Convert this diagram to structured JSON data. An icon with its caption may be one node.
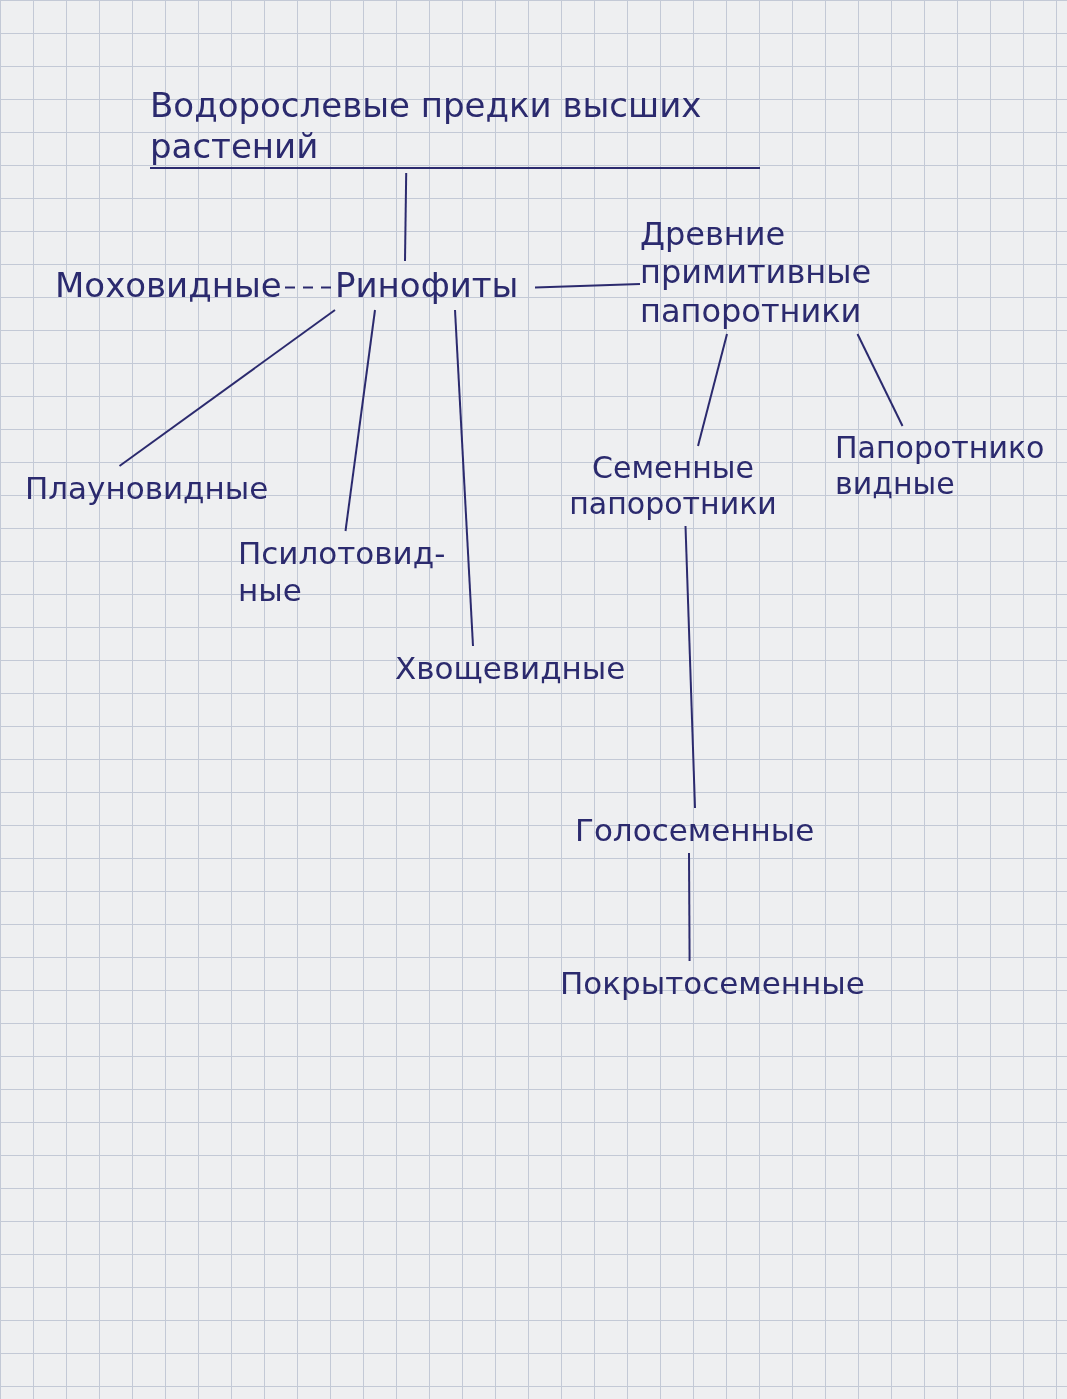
{
  "diagram": {
    "nodes": [
      {
        "text": [
          "Водорослевые предки высших растений"
        ]
      },
      {
        "text": [
          "Моховидные"
        ]
      },
      {
        "text": [
          "Ринофиты"
        ]
      },
      {
        "text": [
          "Древние примитивные папоротники"
        ]
      },
      {
        "text": [
          "Плауновидные"
        ]
      },
      {
        "text": [
          "Псилотовид-ные"
        ]
      },
      {
        "text": [
          "Хвощевидные"
        ]
      },
      {
        "text": [
          "Семенные папоротники"
        ]
      },
      {
        "text": [
          "Папоротниковидные"
        ]
      },
      {
        "text": [
          "Голосеменные"
        ]
      },
      {
        "text": [
          "Покрытосеменные"
        ]
      }
    ],
    "edges": [
      {
        "from": 0,
        "to": 2,
        "arrow": "none"
      },
      {
        "from": 1,
        "to": 2,
        "arrow": "none",
        "style": "dashed"
      },
      {
        "from": 2,
        "to": 3,
        "arrow": "none"
      },
      {
        "from": 2,
        "to": 4,
        "arrow": "none"
      },
      {
        "from": 2,
        "to": 5,
        "arrow": "none"
      },
      {
        "from": 2,
        "to": 6,
        "arrow": "none"
      },
      {
        "from": 3,
        "to": 7,
        "arrow": "none"
      },
      {
        "from": 3,
        "to": 8,
        "arrow": "none"
      },
      {
        "from": 7,
        "to": 9,
        "arrow": "none"
      },
      {
        "from": 9,
        "to": 10,
        "arrow": "none"
      }
    ]
  }
}
